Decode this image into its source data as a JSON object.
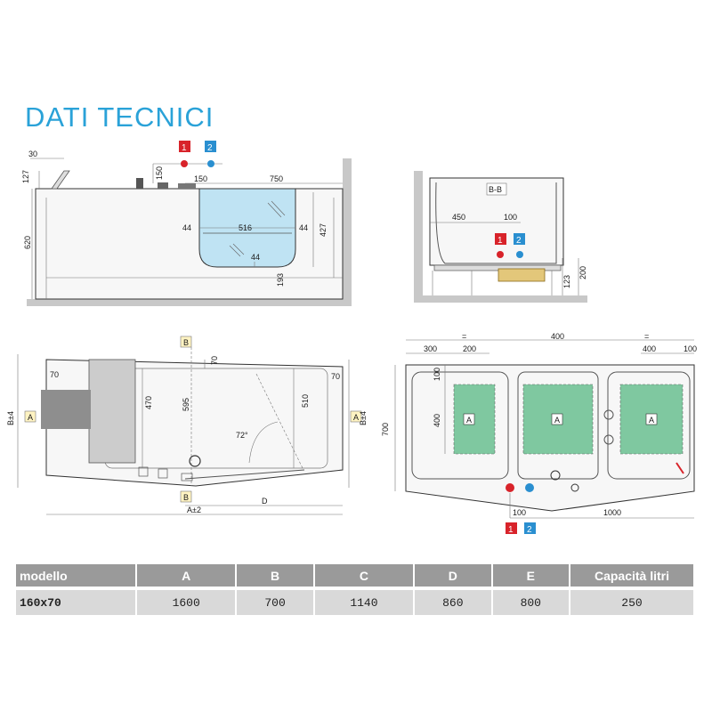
{
  "title": "DATI TECNICI",
  "colors": {
    "title": "#2aa2d8",
    "water": "#bfe3f3",
    "hot": "#d8232a",
    "cold": "#2a8fd0",
    "zone": "#7fc8a0"
  },
  "markers": {
    "hot": "1",
    "cold": "2",
    "zone": "A",
    "section_b": "B",
    "section_a": "A",
    "section_bb": "B-B"
  },
  "front_view": {
    "dims": {
      "d30": "30",
      "d127": "127",
      "d620": "620",
      "d150a": "150",
      "d150b": "150",
      "d750": "750",
      "d44a": "44",
      "d516": "516",
      "d44b": "44",
      "d427": "427",
      "d44c": "44",
      "d193": "193"
    }
  },
  "section_view": {
    "dims": {
      "d450": "450",
      "d100": "100",
      "d123": "123",
      "d200": "200"
    }
  },
  "plan_view": {
    "dims": {
      "d70a": "70",
      "d70b": "70",
      "d470": "470",
      "d595": "595",
      "d510": "510",
      "d70c": "70",
      "angle": "72°",
      "b": "B±4",
      "b2": "B±4",
      "d": "D",
      "a": "A±2"
    }
  },
  "floor_view": {
    "dims": {
      "eq1": "=",
      "d400a": "400",
      "eq2": "=",
      "d300": "300",
      "d200": "200",
      "d400b": "400",
      "d100a": "100",
      "d100b": "100",
      "d400c": "400",
      "d700": "700",
      "d100c": "100",
      "d1000": "1000"
    }
  },
  "table": {
    "headers": [
      "modello",
      "A",
      "B",
      "C",
      "D",
      "E",
      "Capacità litri"
    ],
    "rows": [
      [
        "160x70",
        "1600",
        "700",
        "1140",
        "860",
        "800",
        "250"
      ]
    ]
  }
}
